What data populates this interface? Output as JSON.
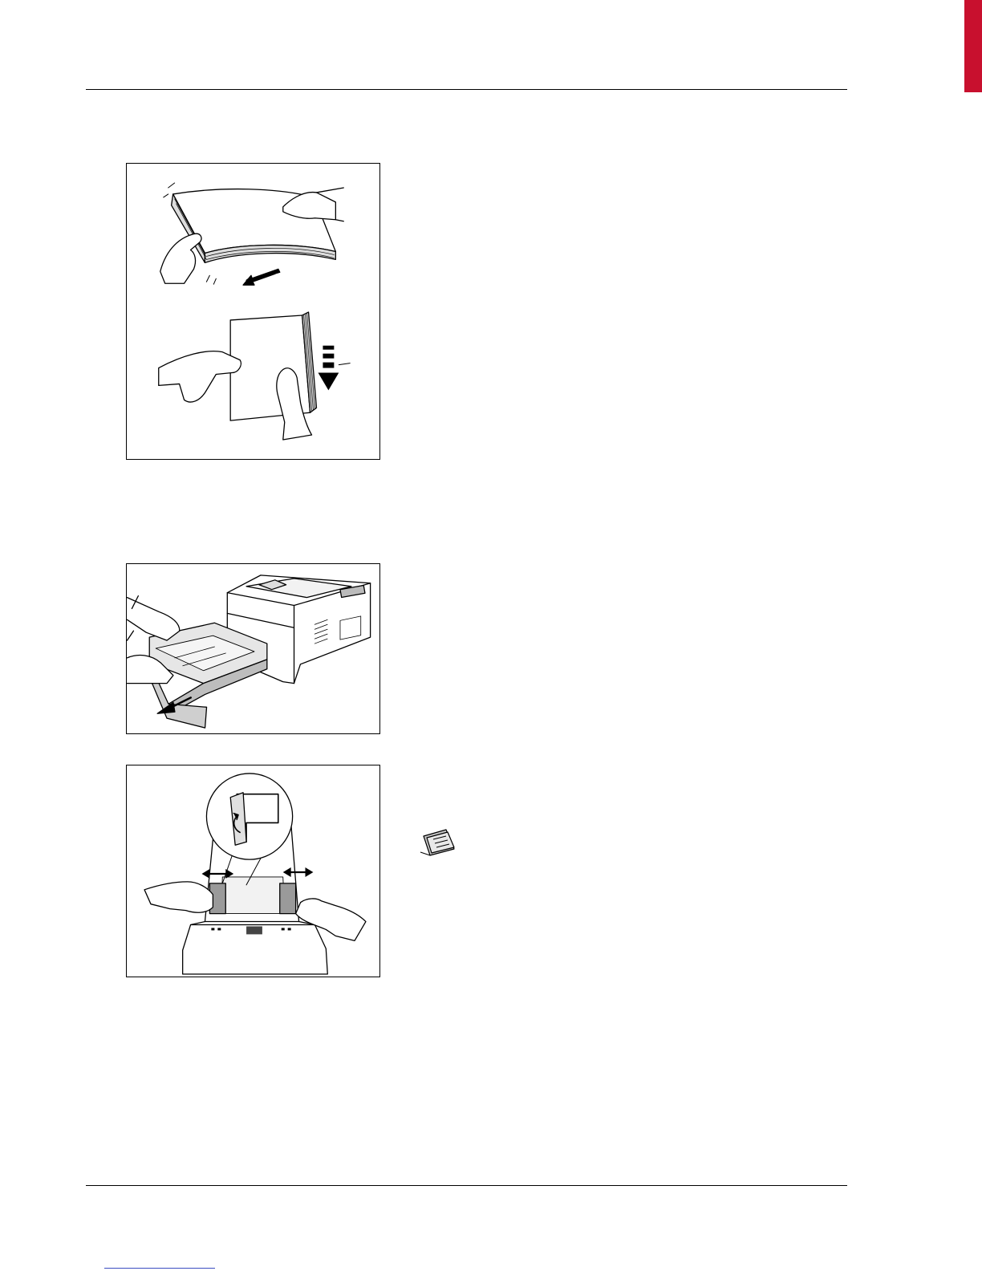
{
  "page": {
    "accent_color": "#c8102e",
    "figures": [
      {
        "name": "fan-and-align-paper-illustration",
        "icon": "paper-stack-hands"
      },
      {
        "name": "pull-out-cassette-illustration",
        "icon": "printer-cassette"
      },
      {
        "name": "adjust-width-guides-illustration",
        "icon": "width-guides"
      }
    ],
    "note": {
      "icon": "note-icon"
    },
    "footer_link": {
      "text": "",
      "color": "#3b4cc0"
    }
  }
}
